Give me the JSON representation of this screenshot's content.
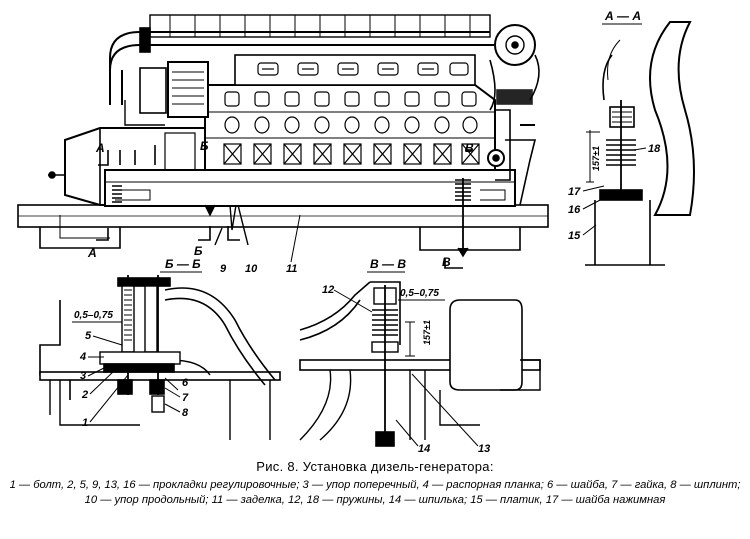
{
  "figure": {
    "title": "Рис. 8. Установка дизель-генератора:",
    "legend": [
      "1 — болт, 2, 5, 9, 13, 16 — прокладки регулировочные;",
      "3 — упор поперечный,",
      "4 — распорная планка;",
      "6 — шайба,",
      "7 — гайка,",
      "8 — шплинт;",
      "10 — упор продольный;",
      "11 — заделка,",
      "12, 18 — пружины,",
      "14 — шпилька;",
      "15 — платик,",
      "17 — шайба нажимная"
    ]
  },
  "labels": {
    "section_aa": "А — А",
    "section_bb": "Б — Б",
    "section_vv": "В — В",
    "mark_a": "А",
    "mark_b": "Б",
    "mark_v": "В",
    "gap_bb": "0,5–0,75",
    "gap_vv": "0,5–0,75",
    "dim_aa": "157±1",
    "dim_vv": "157±1",
    "n1": "1",
    "n2": "2",
    "n3": "3",
    "n4": "4",
    "n5": "5",
    "n6": "6",
    "n7": "7",
    "n8": "8",
    "n9": "9",
    "n10": "10",
    "n11": "11",
    "n12": "12",
    "n13": "13",
    "n14": "14",
    "n15": "15",
    "n16": "16",
    "n17": "17",
    "n18": "18"
  }
}
